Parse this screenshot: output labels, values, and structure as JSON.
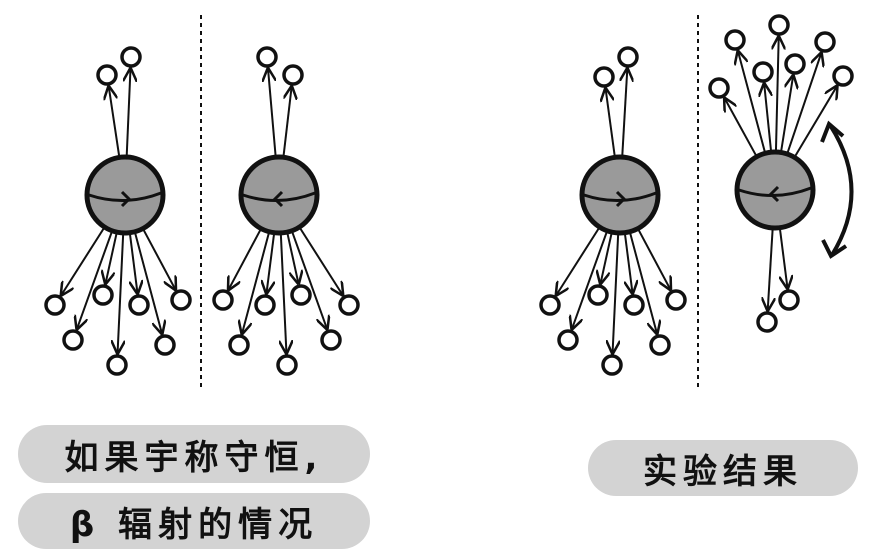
{
  "labels": {
    "hypothesis_line1": "如果宇称守恒,",
    "hypothesis_line2": "β 辐射的情况",
    "result": "实验结果"
  },
  "colors": {
    "ink": "#111111",
    "nucleus_fill": "#9a9a9a",
    "pill": "#d3d3d3"
  }
}
